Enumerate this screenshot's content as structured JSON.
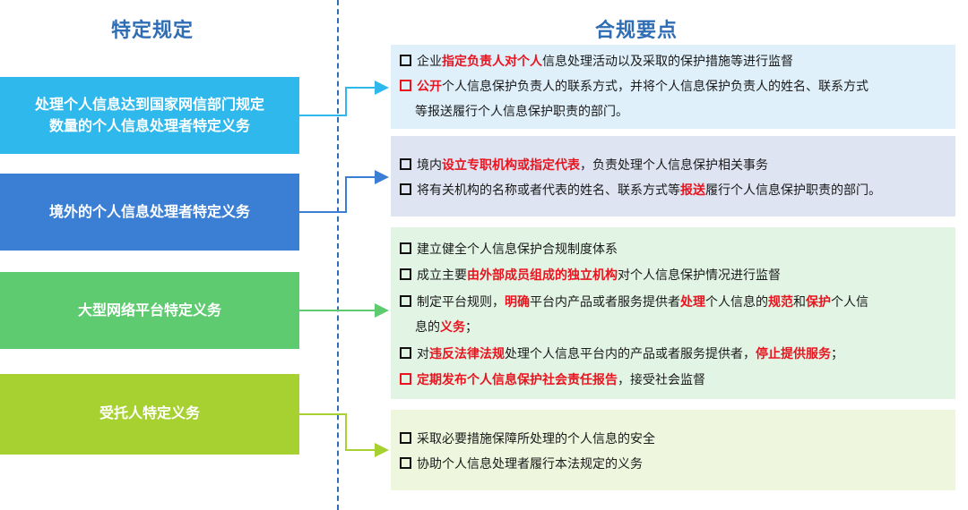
{
  "headers": {
    "left": "特定规定",
    "right": "合规要点"
  },
  "colors": {
    "header": "#2f6db5",
    "box1": "#2fb8ec",
    "box2": "#3a7fd3",
    "box3": "#5ecb70",
    "box4": "#a6d131",
    "highlight": "#e8141f"
  },
  "categories": [
    {
      "line1": "处理个人信息达到国家网信部门规定",
      "line2": "数量的个人信息处理者特定义务"
    },
    {
      "line1": "境外的个人信息处理者特定义务"
    },
    {
      "line1": "大型网络平台特定义务"
    },
    {
      "line1": "受托人特定义务"
    }
  ],
  "panel1": {
    "i1": {
      "a": "企业",
      "b": "指定负责人对个人",
      "c": "信息处理活动以及采取的保护措施等进行监督"
    },
    "i2": {
      "a": "公开",
      "b": "个人信息保护负责人的联系方式，并将个人信息保护负责人的姓名、联系方式",
      "c": "等报送履行个人信息保护职责的部门。"
    }
  },
  "panel2": {
    "i1": {
      "a": "境内",
      "b": "设立专职机构或指定代表",
      "c": "，负责处理个人信息保护相关事务"
    },
    "i2": {
      "a": "将有关机构的名称或者代表的姓名、联系方式等",
      "b": "报送",
      "c": "履行个人信息保护职责的部门。"
    }
  },
  "panel3": {
    "i1": {
      "a": "建立健全个人信息保护合规制度体系"
    },
    "i2": {
      "a": "成立主要",
      "b": "由外部成员组成的独立机构",
      "c": "对个人信息保护情况进行监督"
    },
    "i3": {
      "a": "制定平台规则，",
      "b": "明确",
      "c": "平台内产品或者服务提供者",
      "d": "处理",
      "e": "个人信息的",
      "f": "规范",
      "g": "和",
      "h": "保护",
      "i": "个人信",
      "j": "息的",
      "k": "义务",
      "l": "；"
    },
    "i4": {
      "a": "对",
      "b": "违反法律法规",
      "c": "处理个人信息平台内的产品或者服务提供者，",
      "d": "停止提供服务",
      "e": "；"
    },
    "i5": {
      "a": "定期发布个人信息保护社会责任报告",
      "b": "，接受社会监督"
    }
  },
  "panel4": {
    "i1": {
      "a": "采取必要措施保障所处理的个人信息的安全"
    },
    "i2": {
      "a": "协助个人信息处理者履行本法规定的义务"
    }
  }
}
